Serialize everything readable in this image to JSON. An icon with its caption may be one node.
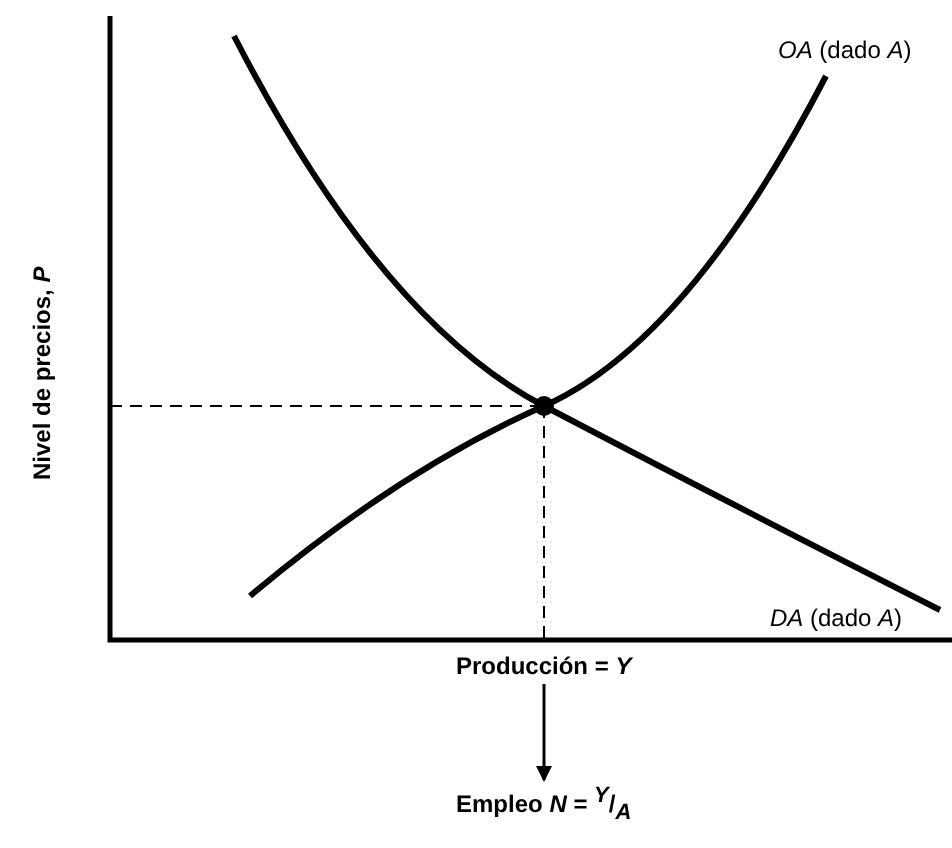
{
  "diagram": {
    "nodes": [
      {
        "text": [
          "Producción = *Y*"
        ]
      },
      {
        "text": [
          "Empleo *N* = $^{Y}$/$_{A}$"
        ]
      }
    ],
    "edges": [
      {
        "from": 0,
        "to": 1,
        "arrow": "to"
      }
    ],
    "labels": [
      "Nivel de precios, *P*",
      "*OA* (dado *A*)",
      "*DA* (dado *A*)"
    ]
  }
}
